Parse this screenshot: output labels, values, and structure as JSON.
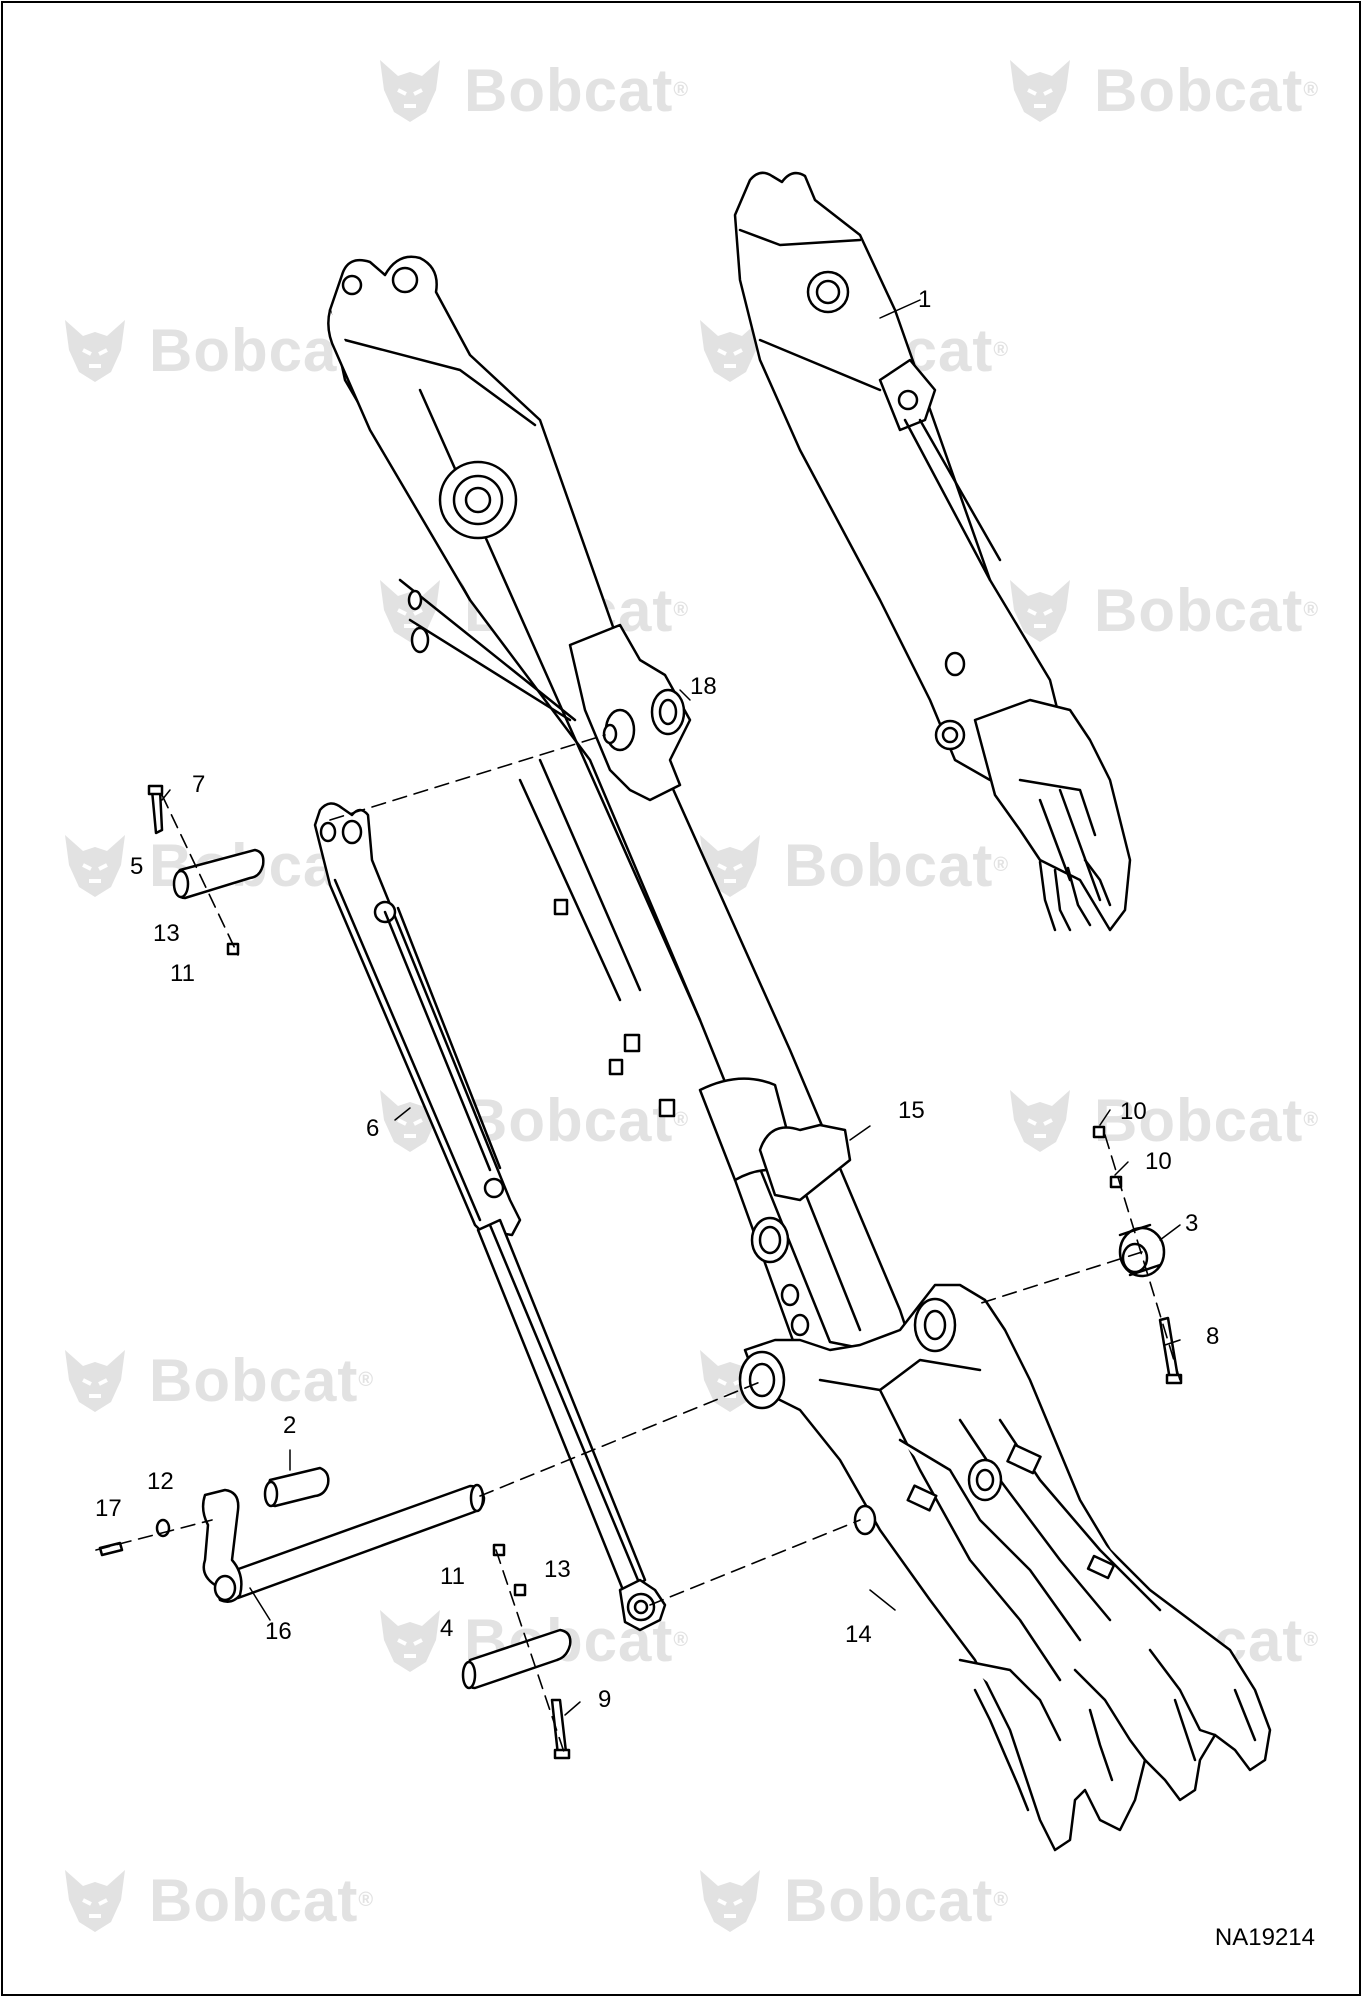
{
  "watermark": {
    "brand": "Bobcat",
    "registered_mark": "®",
    "logo": "bobcat-head-icon"
  },
  "callouts": [
    {
      "label": "1"
    },
    {
      "label": "2"
    },
    {
      "label": "3"
    },
    {
      "label": "4"
    },
    {
      "label": "5"
    },
    {
      "label": "6"
    },
    {
      "label": "7"
    },
    {
      "label": "8"
    },
    {
      "label": "9"
    },
    {
      "label": "10"
    },
    {
      "label": "10"
    },
    {
      "label": "11"
    },
    {
      "label": "11"
    },
    {
      "label": "12"
    },
    {
      "label": "13"
    },
    {
      "label": "13"
    },
    {
      "label": "14"
    },
    {
      "label": "15"
    },
    {
      "label": "16"
    },
    {
      "label": "17"
    },
    {
      "label": "18"
    }
  ],
  "drawing_id": "NA19214",
  "colors": {
    "line": "#000000",
    "watermark": "#e2e2e2",
    "background": "#ffffff"
  }
}
